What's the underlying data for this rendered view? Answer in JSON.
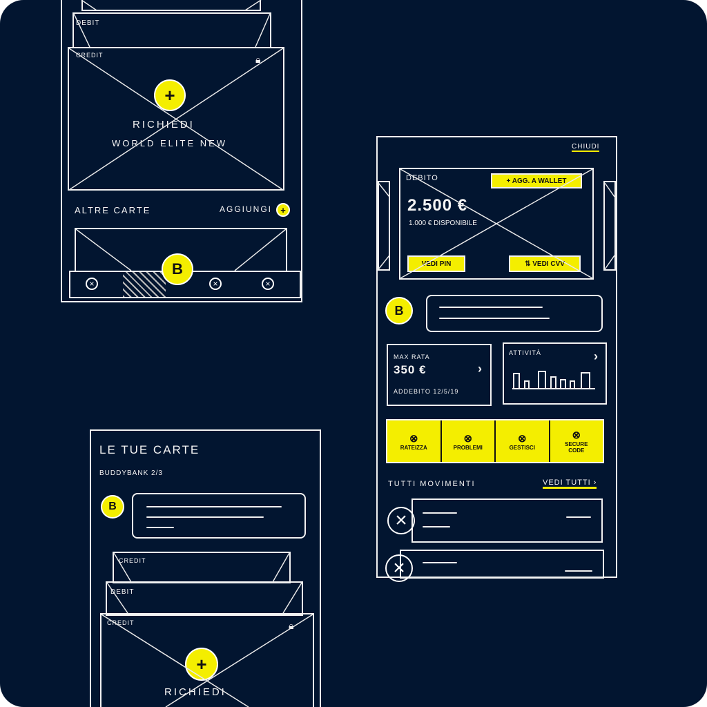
{
  "screen_a": {
    "card_debit": "Debit",
    "card_credit": "Credit",
    "request_title": "Richiedi",
    "request_subtitle": "World Elite New",
    "other_cards": "Altre carte",
    "add": "Aggiungi",
    "plus": "+",
    "tab_logo": "B"
  },
  "screen_b": {
    "close": "Chiudi",
    "card_type": "Debito",
    "add_wallet": "+ Agg. a wallet",
    "balance": "2.500 €",
    "available": "1.000 € disponibile",
    "pin": "Vedi PIN",
    "cvv": "⇅ Vedi CVV",
    "logo": "B",
    "max_rata_label": "Max rata",
    "max_rata_value": "350 €",
    "addebito": "Addebito 12/5/19",
    "attivita": "Attività",
    "chevron": "›",
    "actions": [
      "Rateizza",
      "Problemi",
      "Gestisci",
      "Secure code"
    ],
    "movements_title": "Tutti movimenti",
    "see_all": "Vedi tutti ›"
  },
  "screen_c": {
    "title": "Le tue carte",
    "subtitle": "Buddybank 2/3",
    "logo": "B",
    "card1": "Credit",
    "card2": "Debit",
    "card3": "Credit",
    "plus": "+",
    "request_title": "Richiedi"
  },
  "colors": {
    "background": "#021530",
    "accent": "#f4ee00",
    "line": "#f2f2f2"
  }
}
